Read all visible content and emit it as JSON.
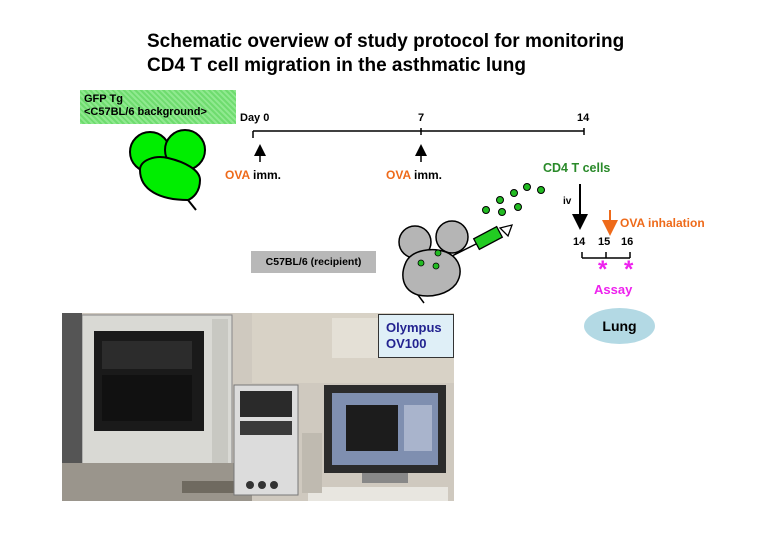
{
  "title": {
    "line1": "Schematic overview of study protocol for monitoring",
    "line2": "CD4 T cell migration in the asthmatic lung"
  },
  "donor": {
    "line1": "GFP Tg",
    "line2": "<C57BL/6 background>",
    "color": "#00ee00"
  },
  "timeline": {
    "day_label": "Day 0",
    "tick_7": "7",
    "tick_14": "14",
    "immunizations": [
      {
        "ova": "OVA",
        "text": " imm."
      },
      {
        "ova": "OVA",
        "text": " imm."
      }
    ]
  },
  "transfer": {
    "cells_label": "CD4 T cells",
    "route": "iv"
  },
  "inhalation": {
    "label": "OVA inhalation"
  },
  "days": [
    "14",
    "15",
    "16"
  ],
  "assay": {
    "label": "Assay",
    "markers": [
      "*",
      "*"
    ]
  },
  "recipient": {
    "label": "C57BL/6 (recipient)"
  },
  "target_organ": {
    "label": "Lung"
  },
  "instrument": {
    "line1": "Olympus",
    "line2": "OV100"
  },
  "colors": {
    "ova": "#ee6a1a",
    "cd4_green": "#2a8a2a",
    "cell_dot": "#22bb22",
    "assay": "#ee22ee",
    "recipient_mouse": "#b5b5b5",
    "lung_oval": "#b3d9e4"
  }
}
